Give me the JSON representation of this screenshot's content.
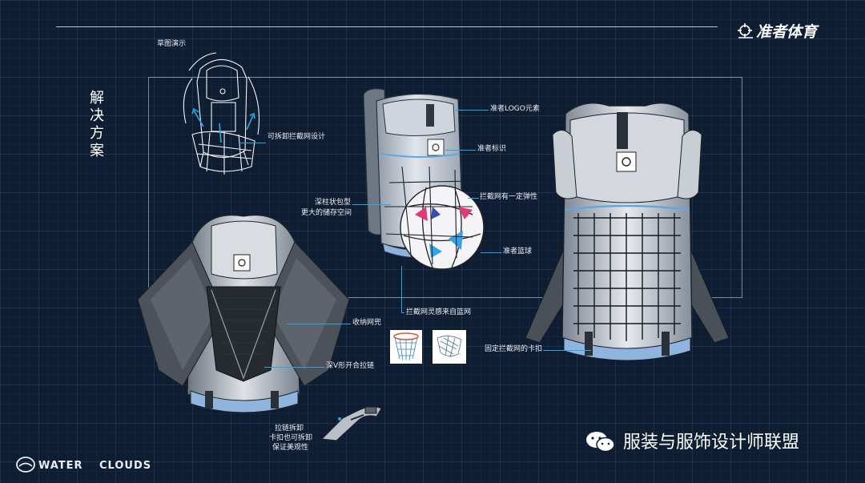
{
  "header": {
    "brand_name": "准者体育"
  },
  "side_title": [
    "解",
    "决",
    "方",
    "案"
  ],
  "labels": {
    "sketch_demo": "草图演示",
    "detachable_net": "可拆卸拦截网设计",
    "logo_element": "准者LOGO元素",
    "brand_mark": "准者标识",
    "deep_column_1": "深柱状包型",
    "deep_column_2": "更大的储存空间",
    "net_elastic": "拦截网有一定弹性",
    "basketball": "准者篮球",
    "net_inspiration": "拦截网灵感来自篮网",
    "storage_pocket": "收纳网兜",
    "deep_v_zip": "深V形开合拉链",
    "fixed_buckle": "固定拦截网的卡扣",
    "zip_detach_1": "拉链拆卸",
    "zip_detach_2": "卡扣也可拆卸",
    "zip_detach_3": "保证美观性"
  },
  "footer": {
    "logo_word_1": "WATER",
    "logo_word_2": "CLOUDS"
  },
  "watermark": {
    "text": "服装与服饰设计师联盟"
  },
  "colors": {
    "background": "#0f1d33",
    "accent": "#26a9e0",
    "text": "#e8eef6"
  }
}
